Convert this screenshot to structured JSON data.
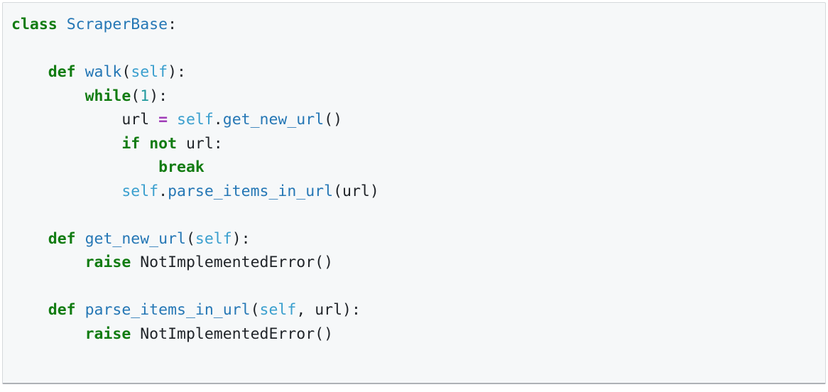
{
  "code_block": {
    "language": "python",
    "background": "#f6f8f9",
    "border_color": "#d6d9dc",
    "bottom_edge_color": "#aeb2b6",
    "token_colors": {
      "keyword": "#127c12",
      "name": "#2577b5",
      "pseudo": "#3a9fce",
      "number": "#20999d",
      "operator": "#a03db8",
      "plain": "#1f2328"
    },
    "bold_types": [
      "keyword",
      "operator"
    ],
    "lines": [
      [
        {
          "text": "class",
          "type": "keyword"
        },
        {
          "text": " ",
          "type": "plain"
        },
        {
          "text": "ScraperBase",
          "type": "name"
        },
        {
          "text": ":",
          "type": "plain"
        }
      ],
      [],
      [
        {
          "text": "    ",
          "type": "plain"
        },
        {
          "text": "def",
          "type": "keyword"
        },
        {
          "text": " ",
          "type": "plain"
        },
        {
          "text": "walk",
          "type": "name"
        },
        {
          "text": "(",
          "type": "plain"
        },
        {
          "text": "self",
          "type": "pseudo"
        },
        {
          "text": "):",
          "type": "plain"
        }
      ],
      [
        {
          "text": "        ",
          "type": "plain"
        },
        {
          "text": "while",
          "type": "keyword"
        },
        {
          "text": "(",
          "type": "plain"
        },
        {
          "text": "1",
          "type": "number"
        },
        {
          "text": "):",
          "type": "plain"
        }
      ],
      [
        {
          "text": "            url ",
          "type": "plain"
        },
        {
          "text": "=",
          "type": "operator"
        },
        {
          "text": " ",
          "type": "plain"
        },
        {
          "text": "self",
          "type": "pseudo"
        },
        {
          "text": ".",
          "type": "plain"
        },
        {
          "text": "get_new_url",
          "type": "name"
        },
        {
          "text": "()",
          "type": "plain"
        }
      ],
      [
        {
          "text": "            ",
          "type": "plain"
        },
        {
          "text": "if",
          "type": "keyword"
        },
        {
          "text": " ",
          "type": "plain"
        },
        {
          "text": "not",
          "type": "keyword"
        },
        {
          "text": " url:",
          "type": "plain"
        }
      ],
      [
        {
          "text": "                ",
          "type": "plain"
        },
        {
          "text": "break",
          "type": "keyword"
        }
      ],
      [
        {
          "text": "            ",
          "type": "plain"
        },
        {
          "text": "self",
          "type": "pseudo"
        },
        {
          "text": ".",
          "type": "plain"
        },
        {
          "text": "parse_items_in_url",
          "type": "name"
        },
        {
          "text": "(url)",
          "type": "plain"
        }
      ],
      [],
      [
        {
          "text": "    ",
          "type": "plain"
        },
        {
          "text": "def",
          "type": "keyword"
        },
        {
          "text": " ",
          "type": "plain"
        },
        {
          "text": "get_new_url",
          "type": "name"
        },
        {
          "text": "(",
          "type": "plain"
        },
        {
          "text": "self",
          "type": "pseudo"
        },
        {
          "text": "):",
          "type": "plain"
        }
      ],
      [
        {
          "text": "        ",
          "type": "plain"
        },
        {
          "text": "raise",
          "type": "keyword"
        },
        {
          "text": " NotImplementedError()",
          "type": "plain"
        }
      ],
      [],
      [
        {
          "text": "    ",
          "type": "plain"
        },
        {
          "text": "def",
          "type": "keyword"
        },
        {
          "text": " ",
          "type": "plain"
        },
        {
          "text": "parse_items_in_url",
          "type": "name"
        },
        {
          "text": "(",
          "type": "plain"
        },
        {
          "text": "self",
          "type": "pseudo"
        },
        {
          "text": ", url):",
          "type": "plain"
        }
      ],
      [
        {
          "text": "        ",
          "type": "plain"
        },
        {
          "text": "raise",
          "type": "keyword"
        },
        {
          "text": " NotImplementedError()",
          "type": "plain"
        }
      ]
    ]
  }
}
